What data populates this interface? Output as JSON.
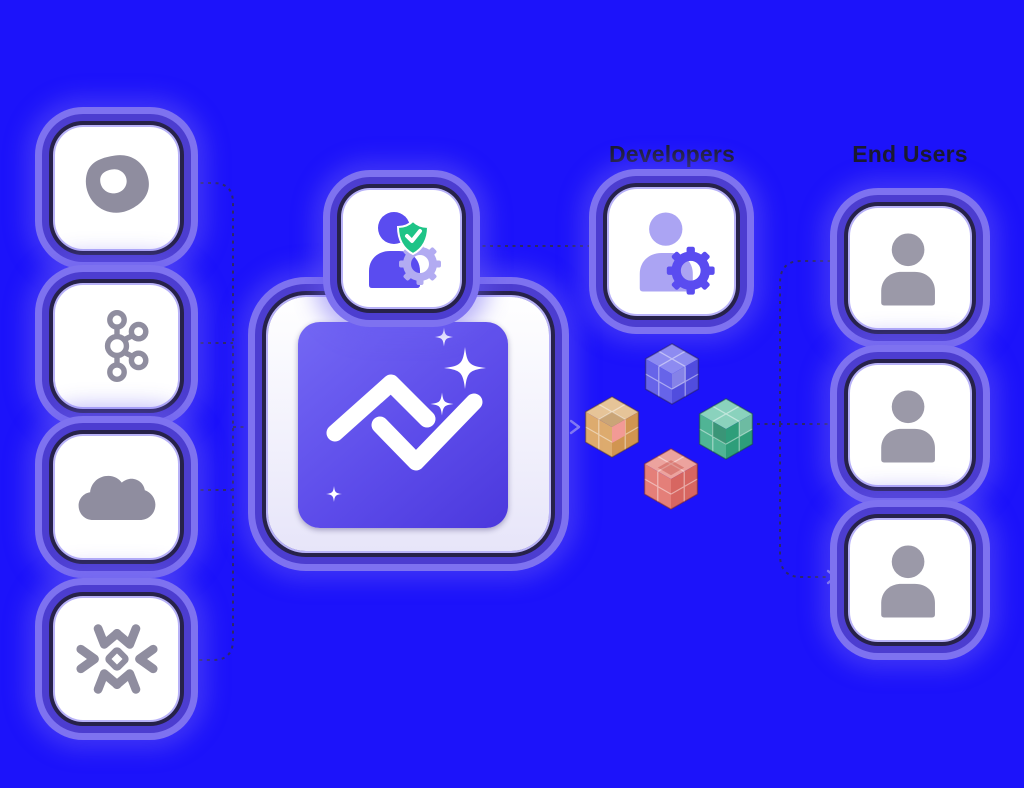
{
  "labels": {
    "developers": "Developers",
    "end_users": "End Users"
  },
  "left_sources": [
    {
      "id": "outreach",
      "icon": "outreach-logo-icon"
    },
    {
      "id": "kafka",
      "icon": "kafka-logo-icon"
    },
    {
      "id": "salesforce",
      "icon": "salesforce-cloud-icon"
    },
    {
      "id": "snowflake",
      "icon": "snowflake-logo-icon"
    }
  ],
  "center": {
    "logo_icon": "pulse-check-logo-icon",
    "badge_icons": [
      "user-icon",
      "verified-shield-icon",
      "gear-icon"
    ],
    "sparkles": 4
  },
  "developers_group": {
    "icon": "user-gear-icon",
    "boxes": 1
  },
  "end_users_group": {
    "icon": "user-icon",
    "boxes": 3
  },
  "cubes": [
    {
      "id": "blue",
      "color": "#6b68e8"
    },
    {
      "id": "yellow",
      "color": "#e8b366"
    },
    {
      "id": "green",
      "color": "#53bd8f"
    },
    {
      "id": "red",
      "color": "#ef8572"
    }
  ],
  "colors": {
    "background": "#1c13fa",
    "label_text": "#1b1a31",
    "icon_gray": "#8f8d9f",
    "person_gray": "#9b99a8",
    "accent_purple": "#5a4cf0",
    "person_light": "#aba4f3",
    "gear_lavender": "#b2abf2",
    "shield_green": "#1ec487",
    "logo_white": "#ffffff",
    "gradient_start": "#7468f4",
    "gradient_end": "#4b38dd",
    "glow_lavender": "#b8b2f8",
    "glow_dark": "#27224a",
    "glow_indigo": "#4c3dd0",
    "glow_periwinkle": "#7e72f0",
    "connector": "#2e2a5f",
    "arrow": "#8d85f2"
  }
}
